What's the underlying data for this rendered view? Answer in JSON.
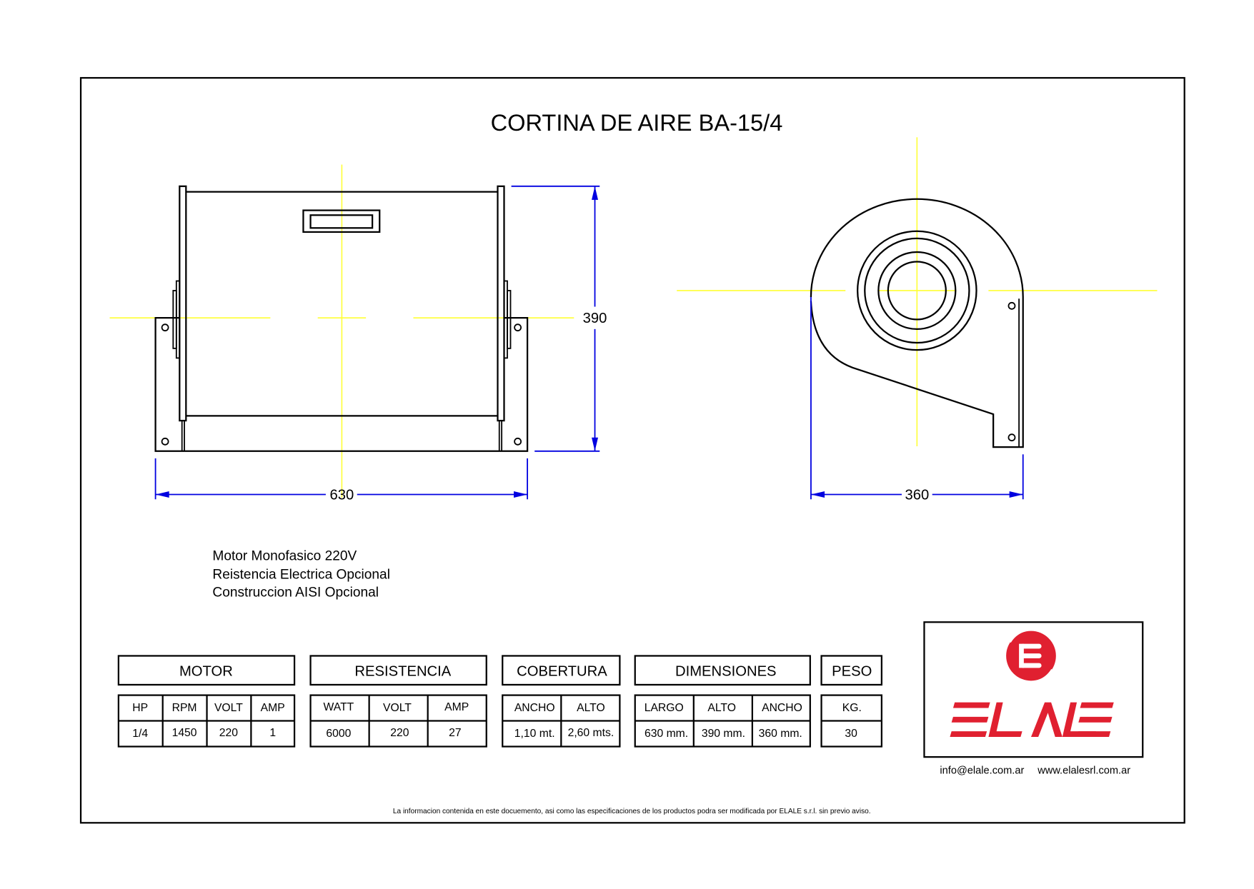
{
  "title": "CORTINA DE AIRE BA-15/4",
  "dimensions_drawing": {
    "front_width": "630",
    "front_height": "390",
    "side_width": "360"
  },
  "notes": [
    "Motor Monofasico 220V",
    "Reistencia Electrica Opcional",
    "Construccion AISI Opcional"
  ],
  "tables": {
    "motor": {
      "title": "MOTOR",
      "headers": [
        "HP",
        "RPM",
        "VOLT",
        "AMP"
      ],
      "values": [
        "1/4",
        "1450",
        "220",
        "1"
      ]
    },
    "resistencia": {
      "title": "RESISTENCIA",
      "headers": [
        "WATT",
        "VOLT",
        "AMP"
      ],
      "values": [
        "6000",
        "220",
        "27"
      ]
    },
    "cobertura": {
      "title": "COBERTURA",
      "headers": [
        "ANCHO",
        "ALTO"
      ],
      "values": [
        "1,10 mt.",
        "2,60 mts."
      ]
    },
    "dimensiones": {
      "title": "DIMENSIONES",
      "headers": [
        "LARGO",
        "ALTO",
        "ANCHO"
      ],
      "values": [
        "630 mm.",
        "390 mm.",
        "360 mm."
      ]
    },
    "peso": {
      "title": "PESO",
      "headers": [
        "KG."
      ],
      "values": [
        "30"
      ]
    }
  },
  "logo": {
    "brand": "ELALE",
    "color": "#e02030"
  },
  "contact": {
    "email": "info@elale.com.ar",
    "website": "www.elalesrl.com.ar"
  },
  "disclaimer": "La informacion contenida en este docuemento, asi como las especificaciones de los productos podra ser modificada por ELALE s.r.l. sin previo aviso.",
  "colors": {
    "centerline": "#ffff33",
    "dimension": "#0000e0",
    "outline": "#000000"
  }
}
